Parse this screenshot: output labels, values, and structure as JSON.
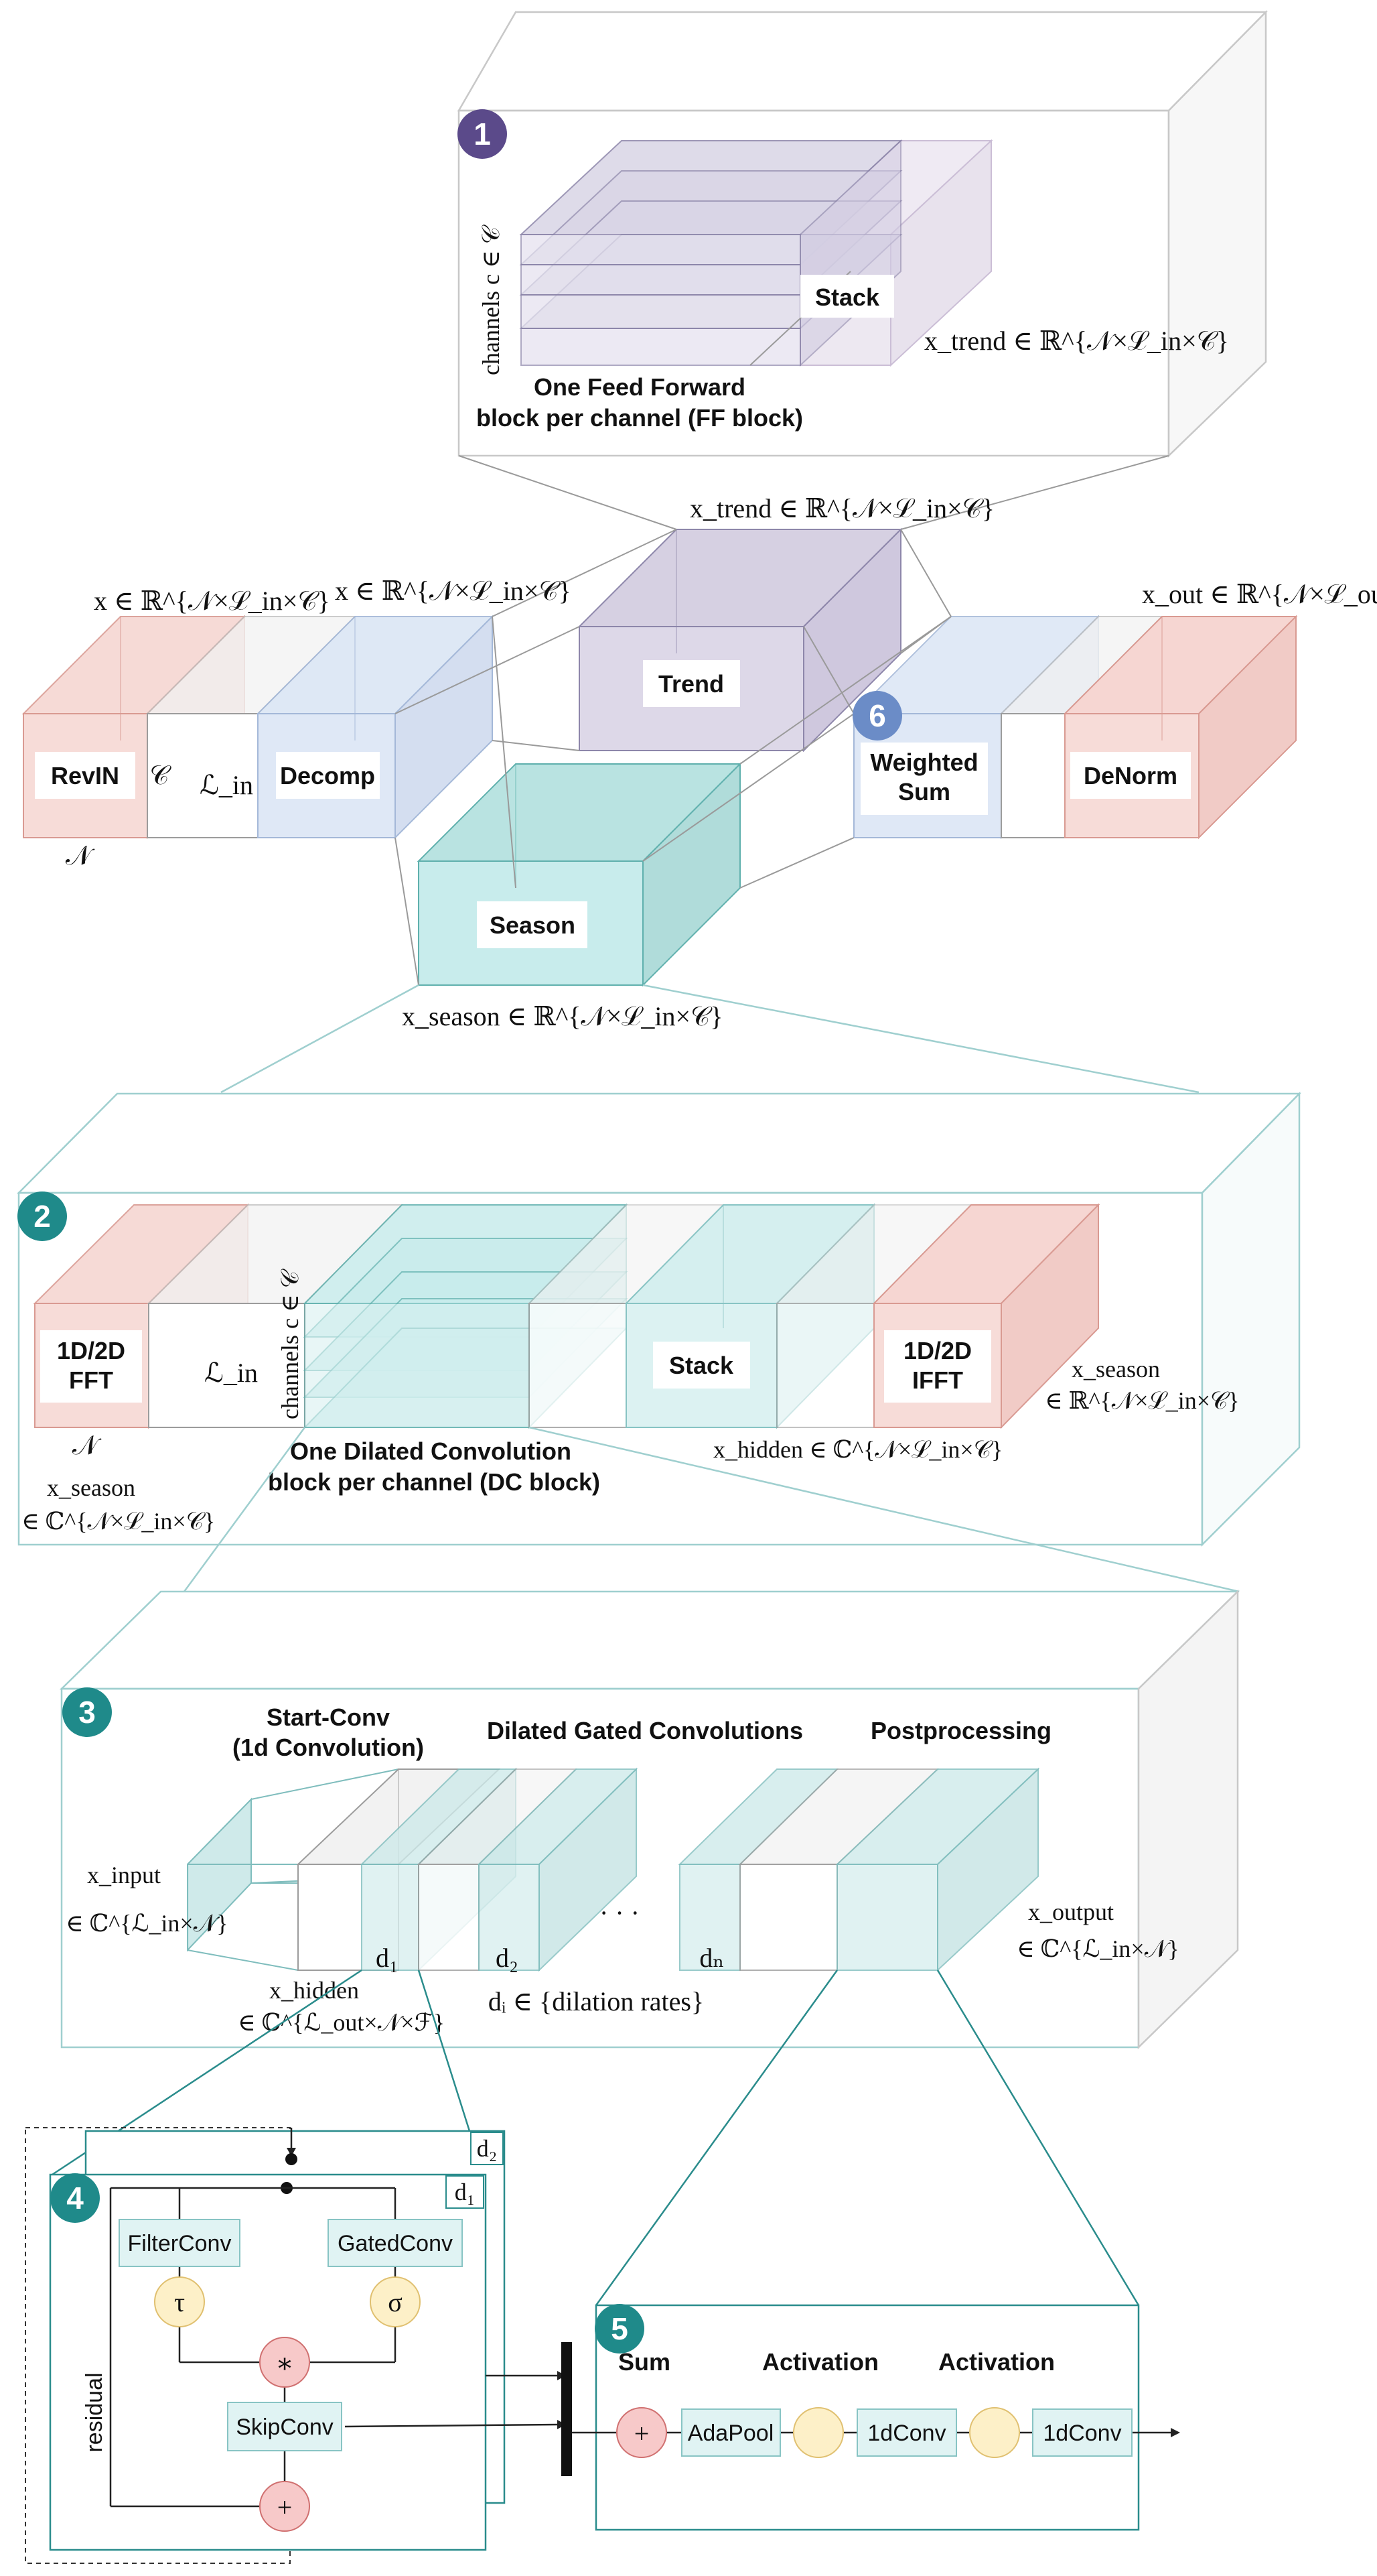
{
  "panel1": {
    "badge": "1",
    "axis": "channels c ∈ 𝒞",
    "stack": "Stack",
    "ff_line1": "One Feed Forward",
    "ff_line2": "block per channel (FF block)",
    "x_trend": "x_trend ∈ ℝ^{𝒩×ℒ_in×𝒞}"
  },
  "main": {
    "x_in_1": "x ∈ ℝ^{𝒩×ℒ_in×𝒞}",
    "x_in_2": "x ∈ ℝ^{𝒩×ℒ_in×𝒞}",
    "x_trend": "x_trend ∈ ℝ^{𝒩×ℒ_in×𝒞}",
    "x_out": "x_out ∈ ℝ^{𝒩×ℒ_out×𝒞}",
    "x_season": "x_season ∈ ℝ^{𝒩×ℒ_in×𝒞}",
    "revin": "RevIN",
    "decomp": "Decomp",
    "trend": "Trend",
    "season": "Season",
    "weighted_1": "Weighted",
    "weighted_2": "Sum",
    "denorm": "DeNorm",
    "badge6": "6",
    "dim_c": "𝒞",
    "dim_lin": "ℒ_in",
    "dim_n": "𝒩"
  },
  "panel2": {
    "badge": "2",
    "fft_1": "1D/2D",
    "fft_2": "FFT",
    "ifft_1": "1D/2D",
    "ifft_2": "IFFT",
    "stack": "Stack",
    "axis": "channels c ∈ 𝒞",
    "dc_line1": "One Dilated Convolution",
    "dc_line2": "block per channel (DC block)",
    "dim_lin": "ℒ_in",
    "dim_n": "𝒩",
    "x_season_in_1": "x_season",
    "x_season_in_2": "∈ ℂ^{𝒩×ℒ_in×𝒞}",
    "x_hidden": "x_hidden ∈ ℂ^{𝒩×ℒ_in×𝒞}",
    "x_season_out_1": "x_season",
    "x_season_out_2": "∈ ℝ^{𝒩×ℒ_in×𝒞}"
  },
  "panel3": {
    "badge": "3",
    "startconv_1": "Start-Conv",
    "startconv_2": "(1d Convolution)",
    "dilated": "Dilated Gated Convolutions",
    "post": "Postprocessing",
    "x_input_1": "x_input",
    "x_input_2": "∈ ℂ^{ℒ_in×𝒩}",
    "x_output_1": "x_output",
    "x_output_2": "∈ ℂ^{ℒ_in×𝒩}",
    "x_hidden_1": "x_hidden",
    "x_hidden_2": "∈ ℂ^{ℒ_out×𝒩×ℱ}",
    "d1": "d₁",
    "d2": "d₂",
    "dn": "dₙ",
    "dots": "· · ·",
    "di": "dᵢ ∈ {dilation rates}"
  },
  "panel4": {
    "badge": "4",
    "filterconv": "FilterConv",
    "gatedconv": "GatedConv",
    "tau": "τ",
    "sigma": "σ",
    "mult": "∗",
    "skipconv": "SkipConv",
    "plus": "+",
    "residual": "residual",
    "d1": "d₁",
    "d2": "d₂"
  },
  "panel5": {
    "badge": "5",
    "sum": "Sum",
    "activation_1": "Activation",
    "activation_2": "Activation",
    "adapool": "AdaPool",
    "conv_1": "1dConv",
    "conv_2": "1dConv",
    "plus": "+"
  },
  "colors": {
    "salmon": "#f6d6d2",
    "blue": "#dbe6f5",
    "purple": "#dcd7e8",
    "teal": "#c8ecec",
    "badge_purple": "#5b4a8a",
    "badge_teal": "#1f8a8a",
    "badge_blue": "#6b8cc7"
  }
}
